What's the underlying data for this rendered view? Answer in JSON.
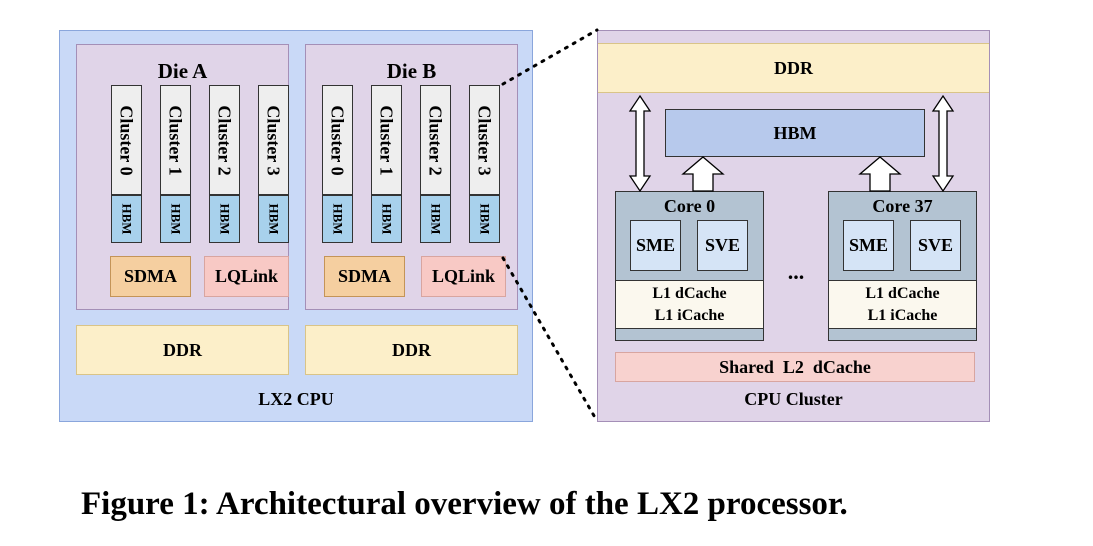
{
  "lx2_cpu": {
    "label": "LX2 CPU",
    "dies": [
      {
        "title": "Die A",
        "clusters": [
          "Cluster 0",
          "Cluster 1",
          "Cluster 2",
          "Cluster 3"
        ],
        "hbm_label": "HBM",
        "sdma_label": "SDMA",
        "lqlink_label": "LQLink"
      },
      {
        "title": "Die B",
        "clusters": [
          "Cluster 0",
          "Cluster 1",
          "Cluster 2",
          "Cluster 3"
        ],
        "hbm_label": "HBM",
        "sdma_label": "SDMA",
        "lqlink_label": "LQLink"
      }
    ],
    "ddr": [
      "DDR",
      "DDR"
    ]
  },
  "cpu_cluster": {
    "label": "CPU Cluster",
    "ddr_label": "DDR",
    "hbm_label": "HBM",
    "cores": [
      {
        "title": "Core 0",
        "units": [
          "SME",
          "SVE"
        ],
        "cache_lines": [
          "L1 dCache",
          "L1 iCache"
        ]
      },
      {
        "title": "Core 37",
        "units": [
          "SME",
          "SVE"
        ],
        "cache_lines": [
          "L1 dCache",
          "L1 iCache"
        ]
      }
    ],
    "ellipsis": "...",
    "shared_cache_label": "Shared  L2  dCache"
  },
  "caption": "Figure 1: Architectural overview of the LX2 processor.",
  "colors": {
    "die_bg": "#e0d4e8",
    "cpu_bg": "#c9d9f7",
    "cluster_bg": "#eeeeee",
    "hbm_bg": "#a8d1ec",
    "sdma_bg": "#f5cfa0",
    "lqlink_bg": "#f8c9c5",
    "ddr_bg": "#fcefc9",
    "core_bg": "#b3c3d2"
  }
}
